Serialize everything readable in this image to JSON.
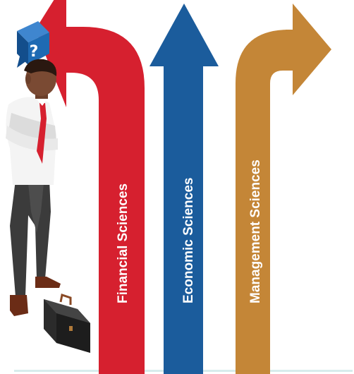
{
  "arrows": [
    {
      "label": "Financial Sciences",
      "direction": "left",
      "color": "#d6202f"
    },
    {
      "label": "Economic Sciences",
      "direction": "straight",
      "color": "#1b5c9c"
    },
    {
      "label": "Management Sciences",
      "direction": "right",
      "color": "#c48637"
    }
  ],
  "question_badge": {
    "symbol": "?",
    "color": "#1e6ab3"
  },
  "colors": {
    "ground_line": "#d7ecec"
  }
}
